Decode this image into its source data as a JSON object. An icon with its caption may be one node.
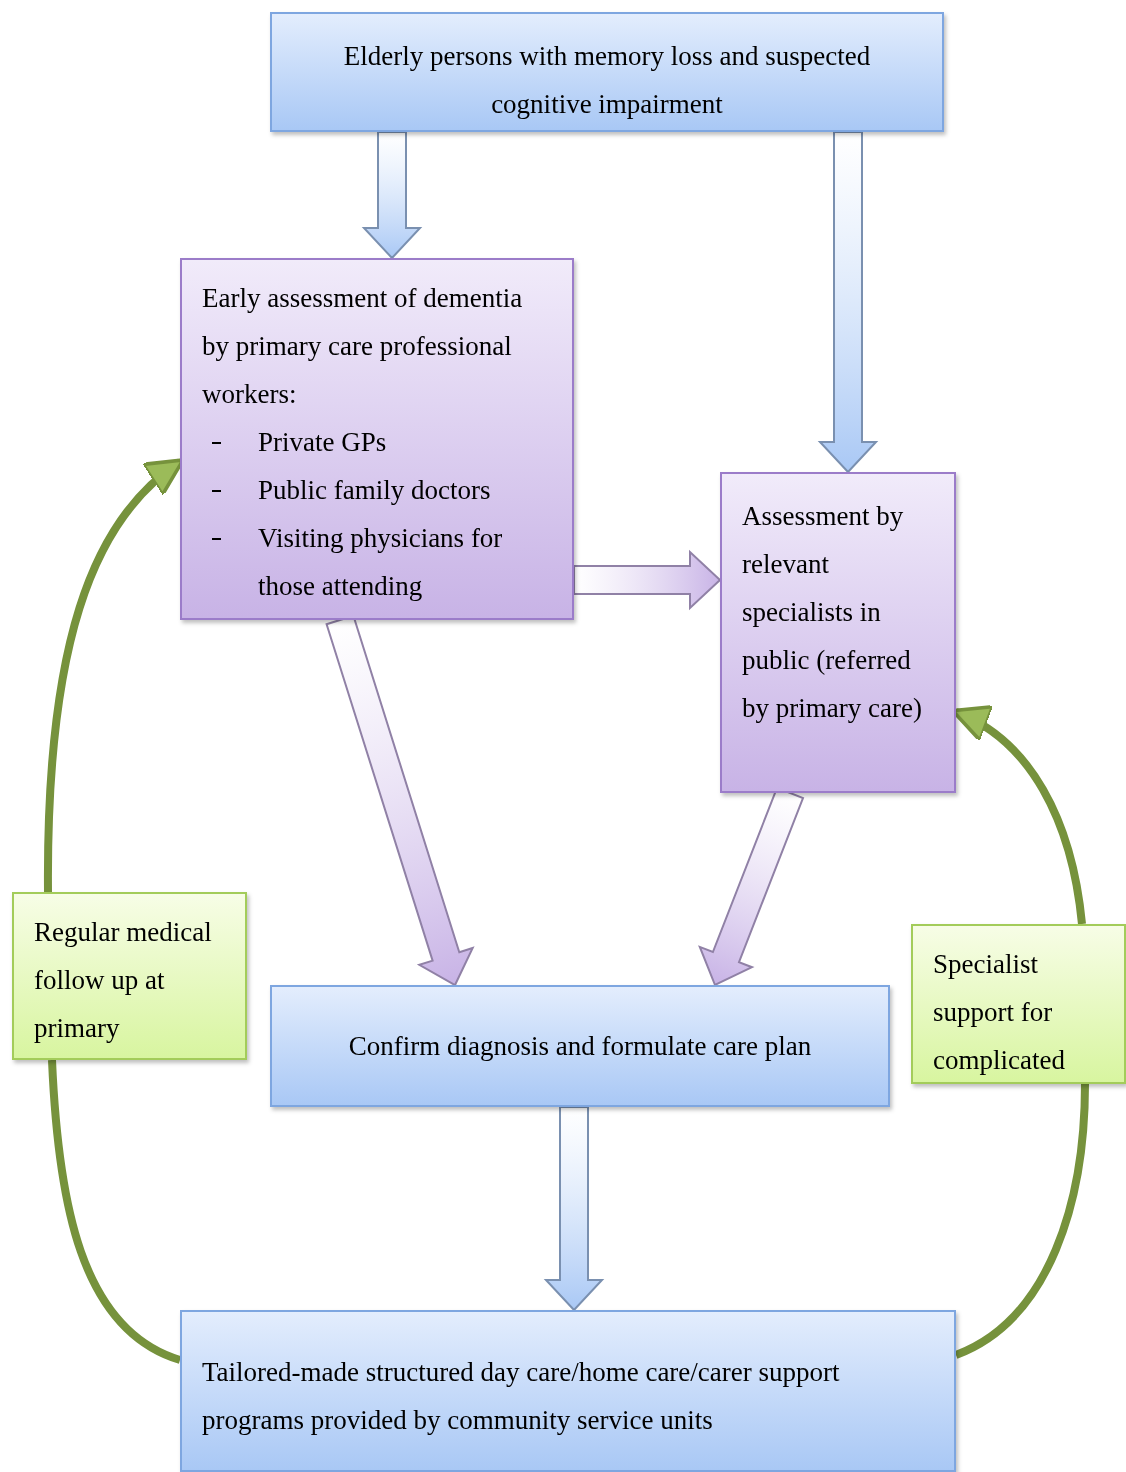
{
  "diagram": {
    "nodes": [
      {
        "text": [
          "Elderly persons with memory loss and suspected cognitive impairment"
        ]
      },
      {
        "text": [
          "Early assessment of dementia by primary care professional workers:",
          "Private GPs",
          "Public family doctors",
          "Visiting physicians for those attending"
        ]
      },
      {
        "text": [
          "Assessment by relevant specialists in public (referred by primary care)"
        ]
      },
      {
        "text": [
          "Confirm diagnosis and formulate care plan"
        ]
      },
      {
        "text": [
          "Tailored-made structured day care/home care/carer support programs provided by community service units"
        ]
      },
      {
        "text": [
          "Regular medical follow up at primary"
        ]
      },
      {
        "text": [
          "Specialist support for complicated"
        ]
      }
    ],
    "edges": [
      {
        "from": 0,
        "to": 1,
        "arrow": "to",
        "color": "#a9c8f5"
      },
      {
        "from": 0,
        "to": 2,
        "arrow": "to",
        "color": "#a9c8f5"
      },
      {
        "from": 1,
        "to": 2,
        "arrow": "to",
        "color": "#c8b3e6"
      },
      {
        "from": 1,
        "to": 3,
        "arrow": "to",
        "color": "#c8b3e6"
      },
      {
        "from": 2,
        "to": 3,
        "arrow": "to",
        "color": "#c8b3e6"
      },
      {
        "from": 3,
        "to": 4,
        "arrow": "to",
        "color": "#a9c8f5"
      },
      {
        "from": 4,
        "to": 5,
        "arrow": "none",
        "color": "#76923c"
      },
      {
        "from": 5,
        "to": 1,
        "arrow": "to",
        "color": "#76923c"
      },
      {
        "from": 4,
        "to": 6,
        "arrow": "none",
        "color": "#76923c"
      },
      {
        "from": 6,
        "to": 2,
        "arrow": "to",
        "color": "#76923c"
      }
    ]
  }
}
